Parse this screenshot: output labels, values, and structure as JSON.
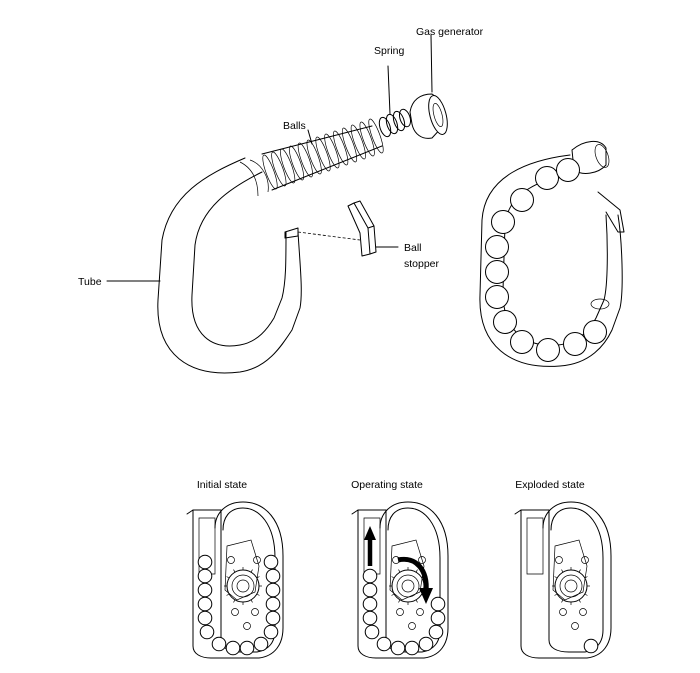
{
  "labels": {
    "gas_generator": "Gas generator",
    "spring": "Spring",
    "balls": "Balls",
    "tube": "Tube",
    "ball_stopper_line1": "Ball",
    "ball_stopper_line2": "stopper"
  },
  "states": [
    {
      "label": "Initial state"
    },
    {
      "label": "Operating state"
    },
    {
      "label": "Exploded state"
    }
  ]
}
